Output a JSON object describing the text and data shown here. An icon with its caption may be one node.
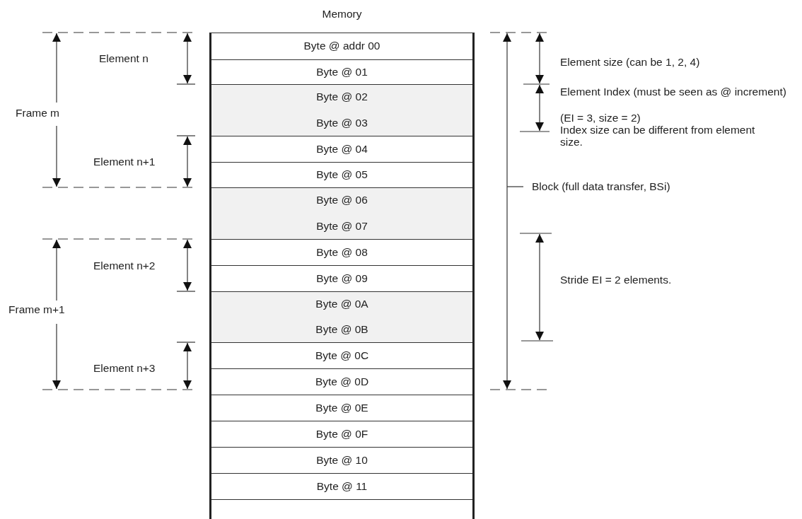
{
  "diagram": {
    "nodes": [
      {
        "text": [
          "Memory"
        ]
      },
      {
        "text": [
          "Byte @ addr 00"
        ],
        "in": 0
      },
      {
        "text": [
          "Byte @ 01"
        ],
        "in": 0
      },
      {
        "text": [
          "Byte @ 02",
          "Byte @ 03"
        ],
        "in": 0
      },
      {
        "text": [
          "Byte @ 04"
        ],
        "in": 0
      },
      {
        "text": [
          "Byte @ 05"
        ],
        "in": 0
      },
      {
        "text": [
          "Byte @ 06",
          "Byte @ 07"
        ],
        "in": 0
      },
      {
        "text": [
          "Byte @ 08"
        ],
        "in": 0
      },
      {
        "text": [
          "Byte @ 09"
        ],
        "in": 0
      },
      {
        "text": [
          "Byte @ 0A",
          "Byte @ 0B"
        ],
        "in": 0
      },
      {
        "text": [
          "Byte @ 0C"
        ],
        "in": 0
      },
      {
        "text": [
          "Byte @ 0D"
        ],
        "in": 0
      },
      {
        "text": [
          "Byte @ 0E"
        ],
        "in": 0
      },
      {
        "text": [
          "Byte @ 0F"
        ],
        "in": 0
      },
      {
        "text": [
          "Byte @ 10"
        ],
        "in": 0
      },
      {
        "text": [
          "Byte @ 11"
        ],
        "in": 0
      }
    ],
    "labels": [
      "Element n",
      "Element size (can be 1, 2, 4)",
      "Frame m",
      "Element Index (must be seen as @ increment)",
      "(EI = 3, size = 2)",
      "Index size can be different from element size.",
      "Element n+1",
      "Block (full data transfer, BSi)",
      "Element n+2",
      "Stride EI = 2 elements.",
      "Frame m+1",
      "Element n+3"
    ]
  }
}
